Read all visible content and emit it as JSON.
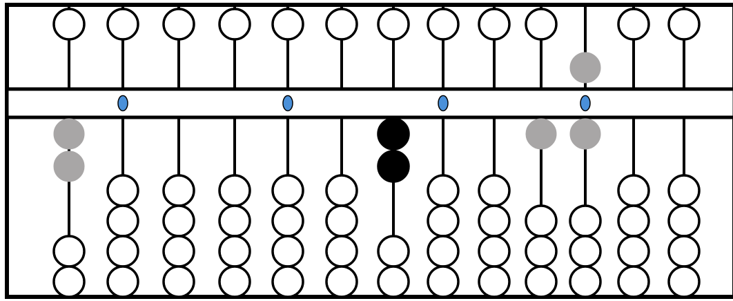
{
  "colors": {
    "frame": "#000000",
    "background": "#ffffff",
    "bead_stroke": "#000000",
    "bead_default": "#ffffff",
    "bead_gray": "#a8a6a6",
    "bead_black": "#000000",
    "marker_dot": "#4a90d9"
  },
  "abacus": {
    "rod_count": 13,
    "upper_beads_per_rod": 1,
    "lower_beads_per_rod": 4,
    "unit_markers_on_rods": [
      2,
      5,
      8,
      11
    ],
    "rods": [
      {
        "rod": 1,
        "upper": "up",
        "lower_up": 2,
        "lower_color": "gray",
        "upper_color": "white"
      },
      {
        "rod": 2,
        "upper": "up",
        "lower_up": 0,
        "lower_color": "white",
        "upper_color": "white"
      },
      {
        "rod": 3,
        "upper": "up",
        "lower_up": 0,
        "lower_color": "white",
        "upper_color": "white"
      },
      {
        "rod": 4,
        "upper": "up",
        "lower_up": 0,
        "lower_color": "white",
        "upper_color": "white"
      },
      {
        "rod": 5,
        "upper": "up",
        "lower_up": 0,
        "lower_color": "white",
        "upper_color": "white"
      },
      {
        "rod": 6,
        "upper": "up",
        "lower_up": 0,
        "lower_color": "white",
        "upper_color": "white"
      },
      {
        "rod": 7,
        "upper": "up",
        "lower_up": 2,
        "lower_color": "black",
        "upper_color": "white"
      },
      {
        "rod": 8,
        "upper": "up",
        "lower_up": 0,
        "lower_color": "white",
        "upper_color": "white"
      },
      {
        "rod": 9,
        "upper": "up",
        "lower_up": 0,
        "lower_color": "white",
        "upper_color": "white"
      },
      {
        "rod": 10,
        "upper": "up",
        "lower_up": 1,
        "lower_color": "gray",
        "upper_color": "white"
      },
      {
        "rod": 11,
        "upper": "down",
        "lower_up": 1,
        "lower_color": "gray",
        "upper_color": "gray"
      },
      {
        "rod": 12,
        "upper": "up",
        "lower_up": 0,
        "lower_color": "white",
        "upper_color": "white"
      },
      {
        "rod": 13,
        "upper": "up",
        "lower_up": 0,
        "lower_color": "white",
        "upper_color": "white"
      }
    ]
  }
}
